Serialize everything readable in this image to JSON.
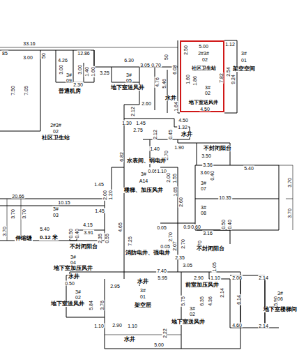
{
  "diagram": {
    "nodes": [
      {
        "text": [
          "5.00",
          "2.50",
          "2#3#",
          "02",
          "社区卫生站",
          "1.60",
          "1.86",
          "7.82",
          "3#",
          "02",
          "地下室送风井",
          "4.50"
        ]
      }
    ],
    "labels": [
      "33.16",
      "85",
      "3.00",
      "50",
      "4.26",
      "12.86",
      "6.30",
      "50",
      "7.50",
      "7.05",
      "3.00",
      "3#",
      "09",
      "普通机房",
      "3.00",
      "1.40",
      "1.60",
      "2.30",
      "3.25",
      "3.05",
      "0.70",
      "3#",
      "05",
      "地下室送风井",
      "4.76",
      "5.46",
      "6.08",
      "水井",
      "2.60",
      "1.64",
      "2.12",
      "1.30",
      "1.45",
      "2.75",
      "2.12",
      "0.45",
      "4.50",
      "1.32",
      "水井",
      "1.12",
      "2.54",
      "9.24",
      "3#",
      "01",
      "架空空间",
      "2#3#",
      "02",
      "社区卫生站",
      "20.66",
      "10.15",
      "3.70",
      "3.70",
      "1.45",
      "2.00",
      "1.20",
      "1.45",
      "3#",
      "03",
      "5.40",
      "3.70",
      "伸缩缝",
      "0.12 米",
      "4.15",
      "0.50",
      "0.40",
      "3.91",
      "不封闭阳台",
      "2.35",
      "0.55",
      "4.65",
      "7.25",
      "3#",
      "04",
      "地下室加压风井",
      "1.40",
      "1.90",
      "2.70",
      "水表间、弱电井",
      "6.82",
      "0.05",
      "1.10",
      "2.00",
      "1.55",
      "3#",
      "A14",
      "楼梯、加压风井",
      "1.65",
      "2.60",
      "不封闭阳台",
      "3.50",
      "3.36",
      "3.60",
      "0.40",
      "3#",
      "07",
      "5.40",
      "3.70",
      "10.35",
      "3.70",
      "3#",
      "08",
      "0.05",
      "0.90",
      "0.60",
      "2.70",
      "0.05",
      "2.07",
      "2.70",
      "2.70",
      "3.16",
      "0.50",
      "0.40",
      "不封闭阳台",
      "消防电井、强电井",
      "2.35",
      "3.05",
      "7.40",
      "5.95",
      "水井",
      "3#",
      "01",
      "架空层",
      "2.95",
      "水井",
      "0.50",
      "3#",
      "02",
      "地下室送风井",
      "5.84",
      "3.76",
      "1.10",
      "2.90",
      "1.10",
      "水井",
      "2.22",
      "5.00",
      "1.05",
      "2.90",
      "1.10",
      "前室加压风井",
      "5.75",
      "6.35",
      "4.36",
      "2.14",
      "3#",
      "02",
      "地下室送风井",
      "2.06",
      "2.14",
      "6.14",
      "5.90",
      "3#",
      "06",
      "地下室楼梯间",
      "4.60",
      "2.14"
    ]
  }
}
